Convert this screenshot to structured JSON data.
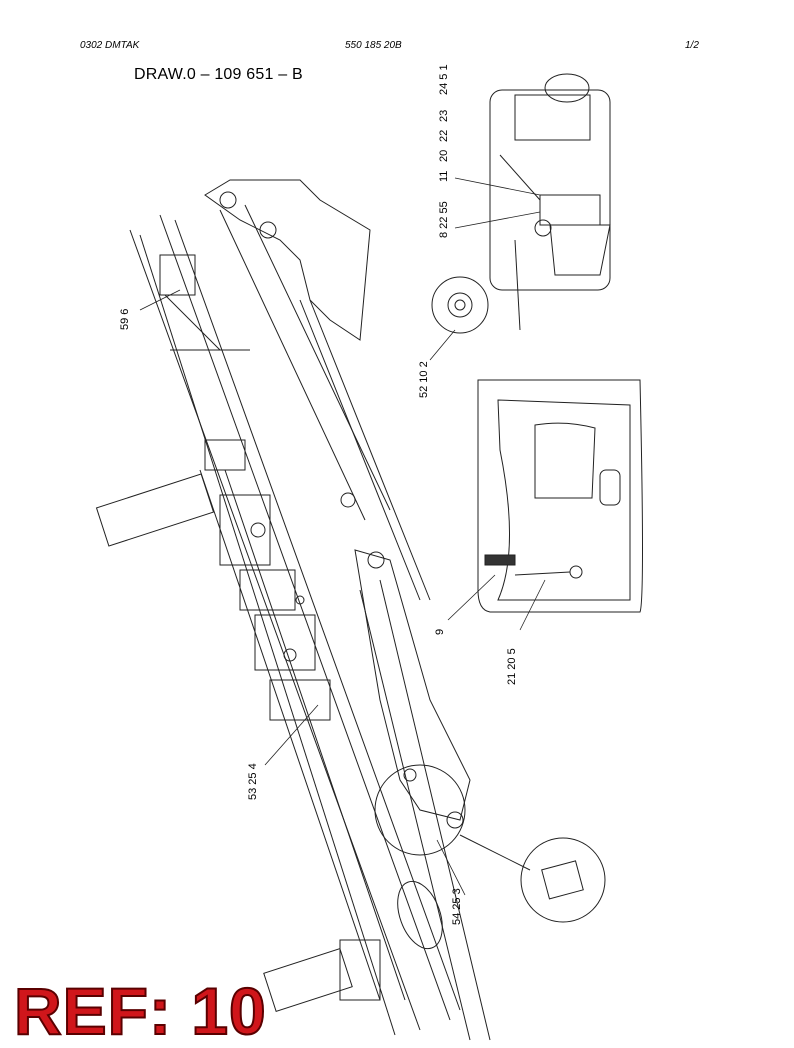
{
  "header": {
    "left": "0302   DMTAK",
    "center": "550 185 20B",
    "right": "1/2"
  },
  "drawing_number": "DRAW.0 – 109 651 – B",
  "callouts": {
    "c596": "59 6",
    "c24": "24 5 1",
    "c23": "23",
    "c22": "22",
    "c20": "20",
    "c11": "11",
    "c8": "8 22 55",
    "c52": "52 10 2",
    "c9": "9",
    "c21": "21 20 5",
    "c53": "53 25 4",
    "c54": "54 25 3"
  },
  "stamp": "REF: 10"
}
